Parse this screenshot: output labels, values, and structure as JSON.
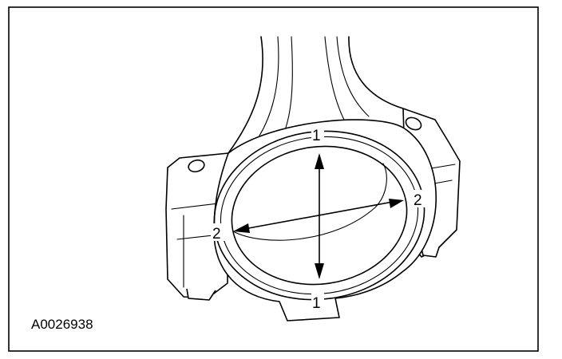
{
  "figure": {
    "id": "A0026938",
    "labels": {
      "vertical_top": "1",
      "vertical_bottom": "1",
      "horizontal_right": "2",
      "horizontal_left": "2"
    }
  }
}
